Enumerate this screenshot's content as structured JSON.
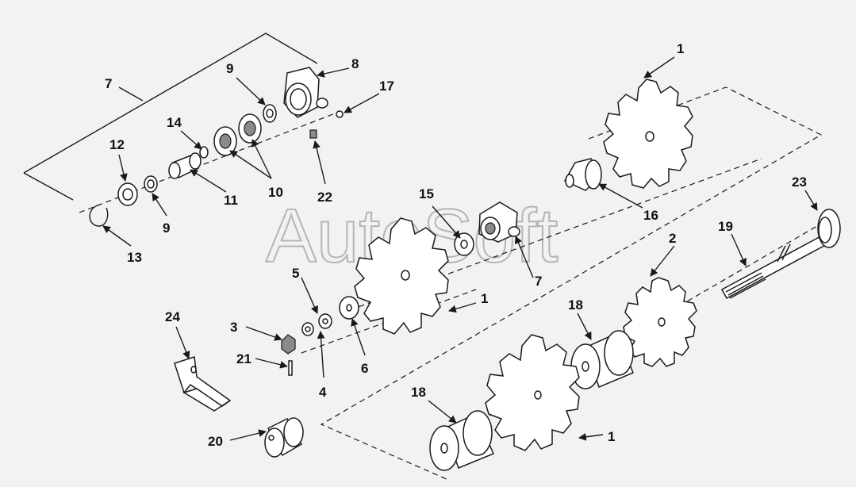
{
  "watermark": "AutoSoft",
  "callouts": {
    "c1a": "1",
    "c1b": "1",
    "c1c": "1",
    "c2": "2",
    "c3": "3",
    "c4": "4",
    "c5": "5",
    "c6": "6",
    "c7a": "7",
    "c7b": "7",
    "c8": "8",
    "c9a": "9",
    "c9b": "9",
    "c10": "10",
    "c11": "11",
    "c12": "12",
    "c13": "13",
    "c14": "14",
    "c15": "15",
    "c16": "16",
    "c17": "17",
    "c18a": "18",
    "c18b": "18",
    "c19": "19",
    "c20": "20",
    "c21": "21",
    "c22": "22",
    "c23": "23",
    "c24": "24"
  },
  "colors": {
    "background": "#f2f2f2",
    "ink": "#1a1a1a",
    "watermark": "#b5b5b5"
  }
}
